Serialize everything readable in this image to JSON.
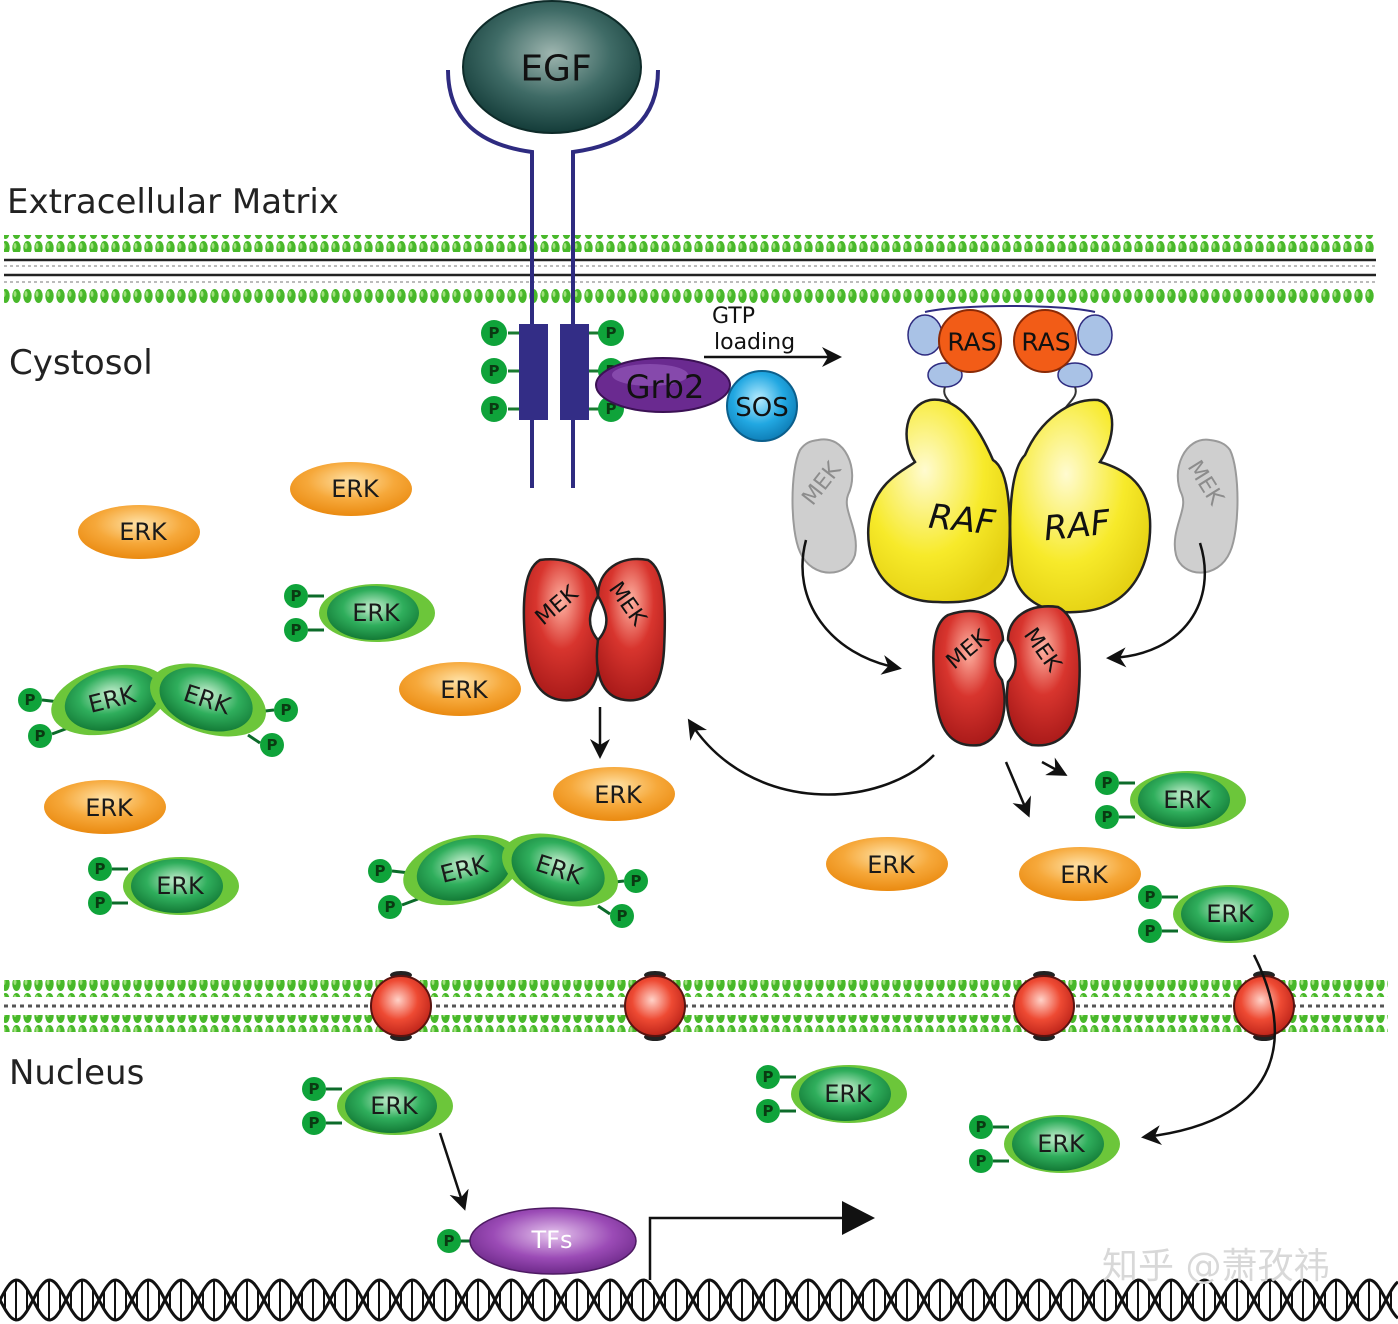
{
  "labels": {
    "egf": "EGF",
    "extracellular": "Extracellular Matrix",
    "cytosol": "Cystosol",
    "nucleus": "Nucleus",
    "grb2": "Grb2",
    "sos": "SOS",
    "gtp_line1": "GTP",
    "gtp_line2": "loading",
    "ras": "RAS",
    "raf": "RAF",
    "mek": "MEK",
    "erk": "ERK",
    "p": "P",
    "tfs": "TFs",
    "watermark": "知乎 @萧孜祎"
  },
  "colors": {
    "membrane_green": "#3cb521",
    "receptor_purple": "#2e2b80",
    "erk_orange": "#f39a1e",
    "erk_green": "#1f9a4a",
    "mek_red": "#c8201f",
    "raf_yellow": "#f5e61a",
    "ras_orange": "#f25c17",
    "sos_blue": "#1ea7e0",
    "grb2_purple": "#6a2a90",
    "tfs_purple": "#8a3fa2",
    "egf_dark": "#1d4b48",
    "pore_red": "#e8412a"
  }
}
